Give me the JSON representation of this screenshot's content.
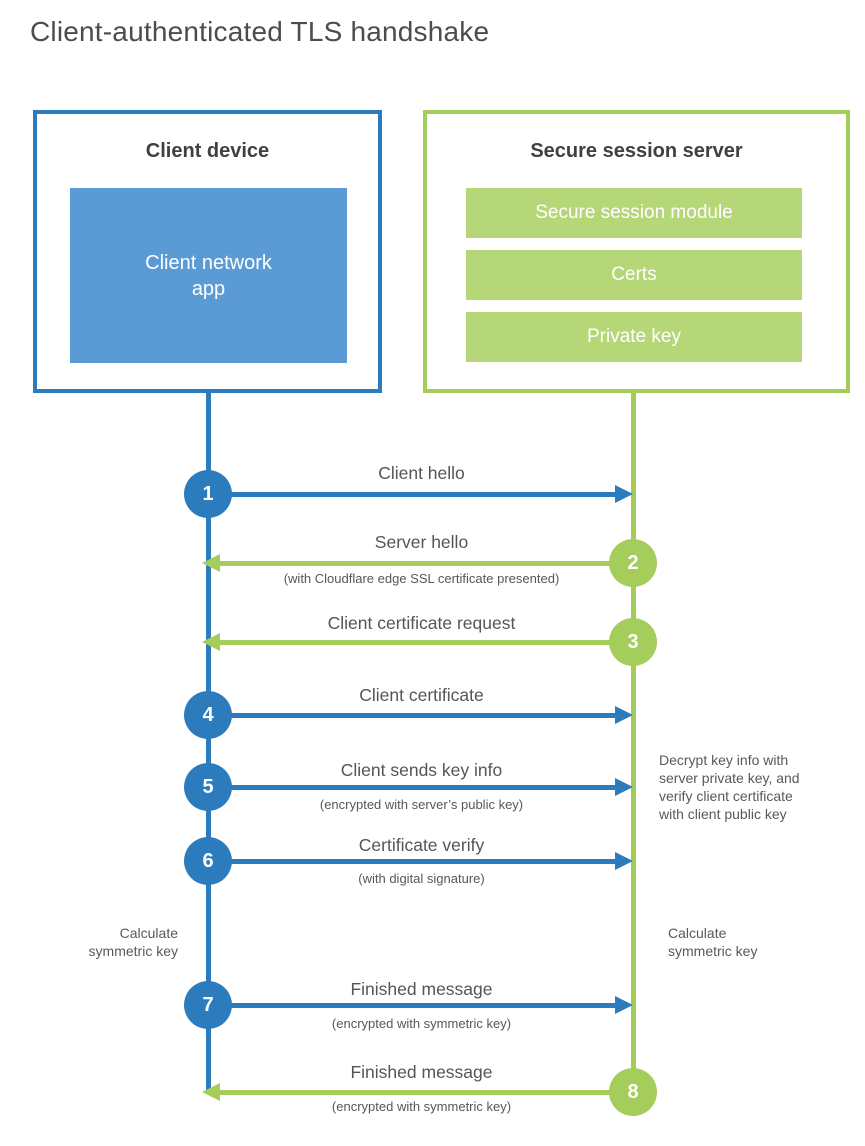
{
  "title": "Client-authenticated TLS handshake",
  "colors": {
    "blue": "#2c7bbd",
    "blue_light_fill": "#5b9bd5",
    "green": "#a4cd5c",
    "green_light_fill": "#b6d778",
    "heading_text": "#3f4041",
    "label_text": "#54555a"
  },
  "client": {
    "title": "Client device",
    "app_label": "Client network\napp"
  },
  "server": {
    "title": "Secure session server",
    "modules": [
      "Secure session module",
      "Certs",
      "Private key"
    ]
  },
  "steps": [
    {
      "number": "1",
      "label": "Client hello",
      "sublabel": "",
      "direction": "client-to-server",
      "color": "blue"
    },
    {
      "number": "2",
      "label": "Server hello",
      "sublabel": "(with Cloudflare edge SSL certificate presented)",
      "direction": "server-to-client",
      "color": "green"
    },
    {
      "number": "3",
      "label": "Client certificate request",
      "sublabel": "",
      "direction": "server-to-client",
      "color": "green"
    },
    {
      "number": "4",
      "label": "Client certificate",
      "sublabel": "",
      "direction": "client-to-server",
      "color": "blue"
    },
    {
      "number": "5",
      "label": "Client sends key info",
      "sublabel": "(encrypted with server’s public key)",
      "direction": "client-to-server",
      "color": "blue"
    },
    {
      "number": "6",
      "label": "Certificate verify",
      "sublabel": "(with digital signature)",
      "direction": "client-to-server",
      "color": "blue"
    },
    {
      "number": "7",
      "label": "Finished message",
      "sublabel": "(encrypted with symmetric key)",
      "direction": "client-to-server",
      "color": "blue"
    },
    {
      "number": "8",
      "label": "Finished message",
      "sublabel": "(encrypted with symmetric key)",
      "direction": "server-to-client",
      "color": "green"
    }
  ],
  "notes": {
    "decrypt": "Decrypt key info with\nserver private key, and\nverify client certificate\nwith client public key",
    "calc_left": "Calculate\nsymmetric key",
    "calc_right": "Calculate\nsymmetric key"
  }
}
